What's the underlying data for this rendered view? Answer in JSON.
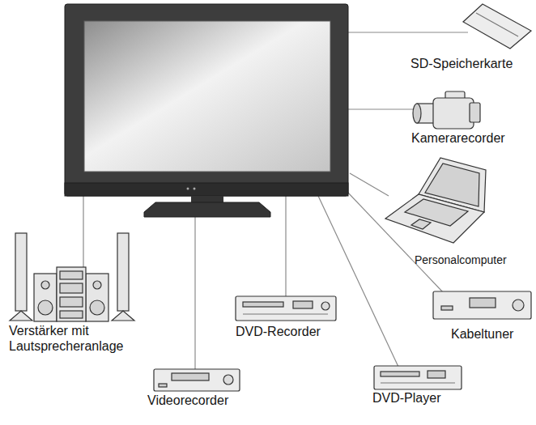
{
  "diagram": {
    "nodes": [
      {
        "text": [
          "SD-Speicherkarte"
        ]
      },
      {
        "text": [
          "Kamerarecorder"
        ]
      },
      {
        "text": [
          "Personalcomputer"
        ]
      },
      {
        "text": [
          "Verstärker mit Lautsprecheranlage"
        ]
      },
      {
        "text": [
          "DVD-Recorder"
        ]
      },
      {
        "text": [
          "Kabeltuner"
        ]
      },
      {
        "text": [
          "Videorecorder"
        ]
      },
      {
        "text": [
          "DVD-Player"
        ]
      }
    ]
  }
}
